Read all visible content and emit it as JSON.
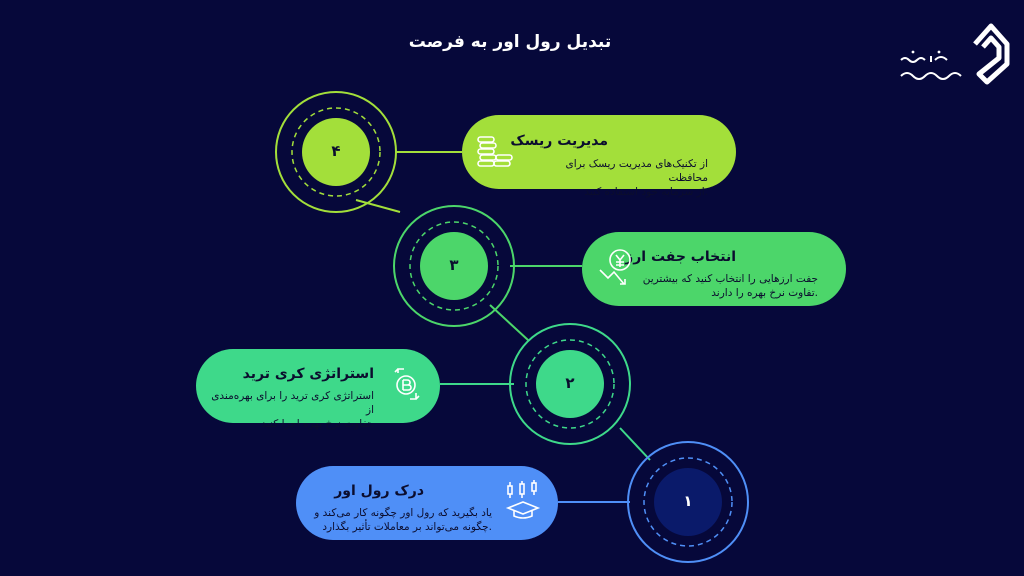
{
  "title": "تبدیل رول اور به فرصت",
  "logo": {
    "text_top": "خانه",
    "text_bottom": "سرمایه",
    "color": "#ffffff"
  },
  "colors": {
    "background": "#06083a",
    "step1": "#4f8ff7",
    "step2": "#3ed98a",
    "step3": "#4cd66a",
    "step4": "#a3df3a",
    "card_text": "#0b0d2e"
  },
  "steps": [
    {
      "number": "۱",
      "title": "درک رول اور",
      "description": "یاد بگیرید که رول اور چگونه کار می‌کند و\n.چگونه می‌تواند بر معاملات تأثیر بگذارد",
      "icon": "candlestick-graduation-cap-icon"
    },
    {
      "number": "۲",
      "title": "استراتژی کری ترید",
      "description": "استراتژی کری ترید را برای بهره‌مندی از\n.تفاوت نرخ بهره اجرا کنید",
      "icon": "bitcoin-exchange-icon"
    },
    {
      "number": "۳",
      "title": "انتخاب جفت ارز",
      "description": "جفت ارزهایی را انتخاب کنید که بیشترین\n.تفاوت نرخ بهره را دارند",
      "icon": "yen-decline-icon"
    },
    {
      "number": "۴",
      "title": "مدیریت ریسک",
      "description": "از تکنیک‌های مدیریت ریسک برای محافظت\n.از سرمایه خود استفاده کنید",
      "icon": "coin-stacks-icon"
    }
  ]
}
